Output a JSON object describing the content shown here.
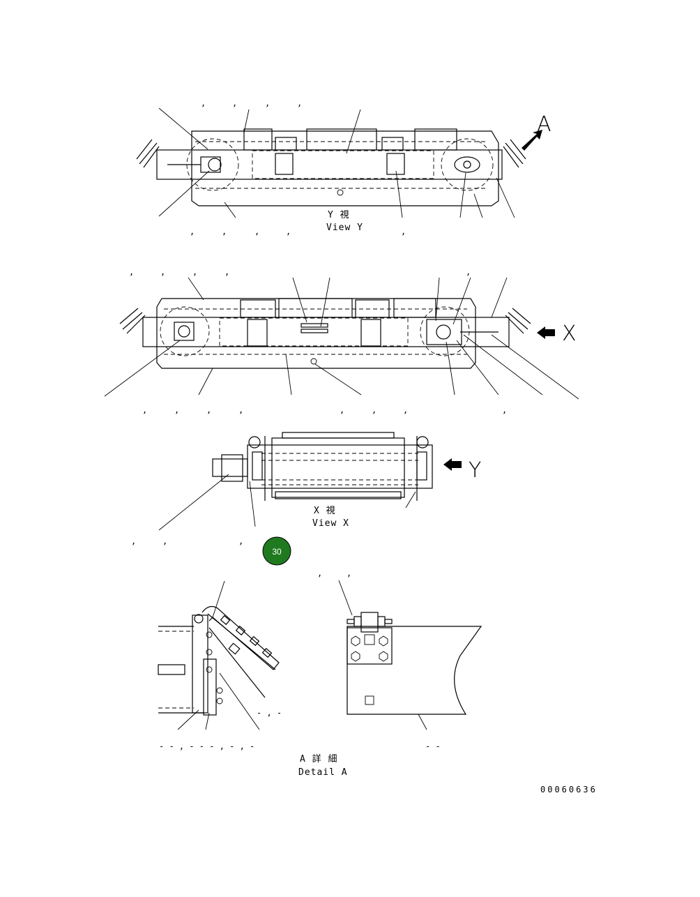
{
  "views": {
    "view_y": {
      "jp": "Y 視",
      "en": "View Y"
    },
    "view_x": {
      "jp": "X 視",
      "en": "View X"
    },
    "detail_a": {
      "jp": "A 詳 細",
      "en": "Detail A"
    }
  },
  "arrows": {
    "a": "A",
    "x": "X",
    "y": "Y"
  },
  "badge": {
    "label": "30",
    "color": "#1f7a1f"
  },
  "document_number": "00060636",
  "colors": {
    "line": "#000000",
    "background": "#ffffff"
  }
}
